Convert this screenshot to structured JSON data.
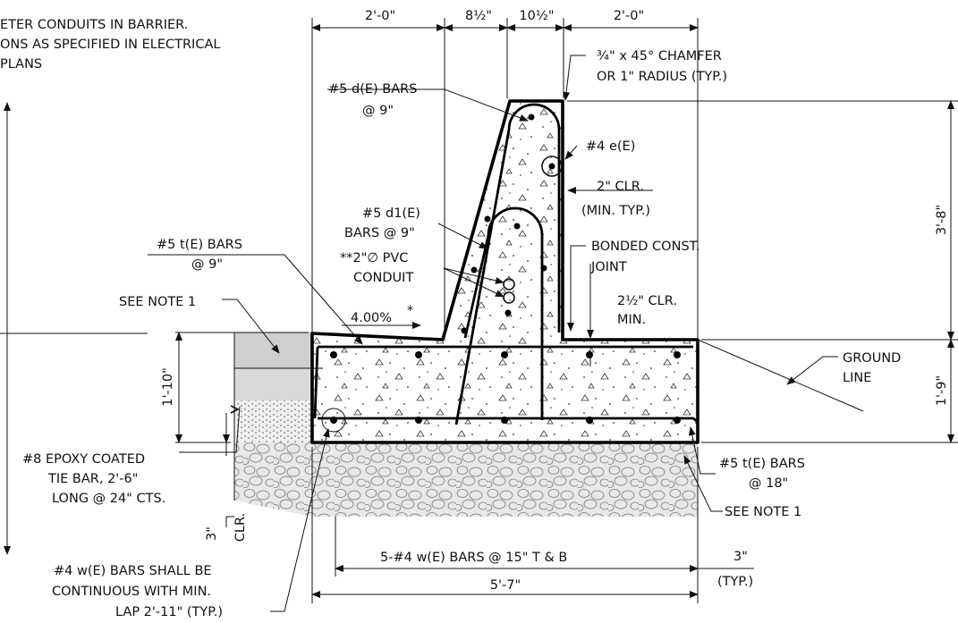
{
  "notes": {
    "top_line1": "ETER CONDUITS IN BARRIER.",
    "top_line2": "ONS AS SPECIFIED IN ELECTRICAL",
    "top_line3": "PLANS"
  },
  "dimensions": {
    "top_2ft_left": "2'-0\"",
    "top_8_5": "8½\"",
    "top_10_5": "10½\"",
    "top_2ft_right": "2'-0\"",
    "height_total": "3'-8\"",
    "height_footing_right": "1'-9\"",
    "height_footing_left": "1'-10\"",
    "clr_3": "3\"",
    "clr_word": "CLR.",
    "width_base": "5'-7\"",
    "typ_3": "3\"",
    "typ_word": "(TYP.)",
    "slope": "4.00%",
    "slope_asterisk": "*"
  },
  "labels": {
    "chamfer_line1": "¾\" x 45° CHAMFER",
    "chamfer_line2": "OR 1\" RADIUS (TYP.)",
    "d_bars_line1": "#5 d(E) BARS",
    "d_bars_line2": "@ 9\"",
    "e_bar": "#4 e(E)",
    "clr2_line1": "2\" CLR.",
    "clr2_line2": "(MIN. TYP.)",
    "d1_line1": "#5 d1(E)",
    "d1_line2": "BARS @ 9\"",
    "pvc_line1": "**2\"∅ PVC",
    "pvc_line2": "CONDUIT",
    "t_bars_line1": "#5 t(E) BARS",
    "t_bars_line2": "@ 9\"",
    "see_note_left": "SEE NOTE 1",
    "bonded_line1": "BONDED CONST.",
    "bonded_line2": "JOINT",
    "clr25_line1": "2½\" CLR.",
    "clr25_line2": "MIN.",
    "ground_line1": "GROUND",
    "ground_line2": "LINE",
    "tie_line1": "#8 EPOXY COATED",
    "tie_line2": "TIE BAR, 2'-6\"",
    "tie_line3": "LONG @ 24\" CTS.",
    "t18_line1": "#5 t(E) BARS",
    "t18_line2": "@ 18\"",
    "see_note_right": "SEE NOTE 1",
    "w_bars": "5-#4 w(E) BARS @ 15\" T & B",
    "w_cont_line1": "#4 w(E) BARS SHALL BE",
    "w_cont_line2": "CONTINUOUS WITH MIN.",
    "w_cont_line3": "LAP 2'-11\" (TYP.)"
  },
  "colors": {
    "line": "#111111",
    "concrete_fill": "#ffffff",
    "gravel_fill": "#e6e6e6",
    "grey_wedge": "#cccccc"
  }
}
